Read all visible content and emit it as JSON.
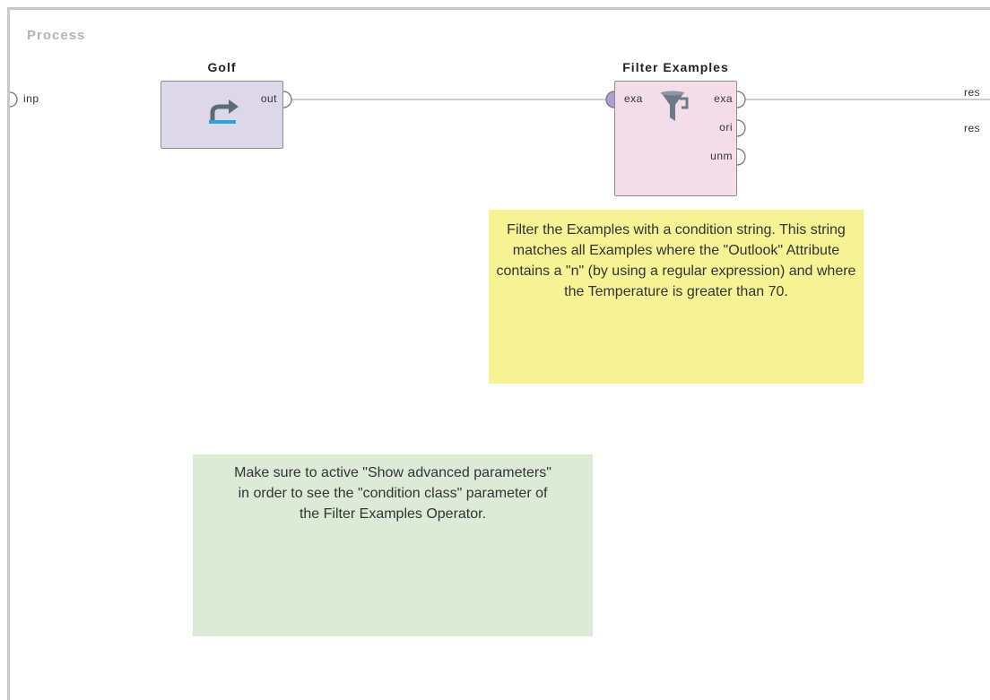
{
  "panel": {
    "title": "Process"
  },
  "process_ports": {
    "input": "inp",
    "outputs": [
      "res",
      "res"
    ]
  },
  "operators": {
    "golf": {
      "title": "Golf",
      "icon": "retrieve-arrow-icon",
      "output_ports": [
        "out"
      ]
    },
    "filter_examples": {
      "title": "Filter Examples",
      "icon": "funnel-icon",
      "input_ports": [
        "exa"
      ],
      "output_ports": [
        "exa",
        "ori",
        "unm"
      ]
    }
  },
  "notes": {
    "yellow": {
      "text": "Filter the Examples with a condition string. This string matches all Examples where the \"Outlook\" Attribute contains a \"n\" (by using a regular expression) and where the Temperature is greater than 70."
    },
    "green": {
      "text": "Make sure to active \"Show advanced parameters\" in order to see the \"condition class\" parameter of the Filter Examples Operator."
    }
  },
  "colors": {
    "golf_operator": "#dcd8ea",
    "filter_operator": "#f2dde9",
    "yellow_note": "#f7f395",
    "green_note": "#dcebd6",
    "connected_port": "#a99fd6",
    "wire": "#bdbdbd"
  }
}
